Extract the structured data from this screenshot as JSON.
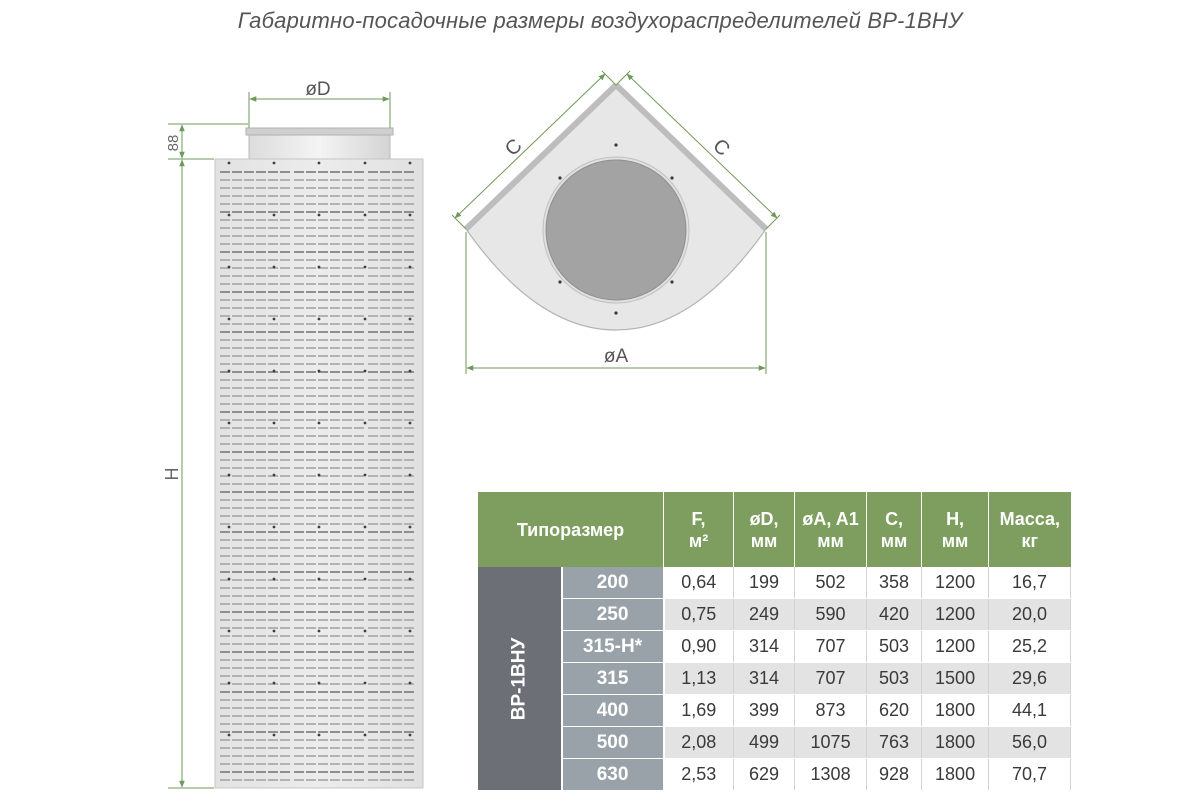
{
  "title": "Габаритно-посадочные размеры воздухораспределителей ВР-1ВНУ",
  "drawing": {
    "dim_d": "øD",
    "dim_88": "88",
    "dim_h": "H",
    "dim_c": "C",
    "dim_a": "øA"
  },
  "colors": {
    "header_green": "#7d9e5e",
    "series_gray": "#6c7076",
    "size_gray": "#9aa2a9",
    "dimension_green": "#6f9a5a",
    "row_stripe": "#e3e3e3"
  },
  "table": {
    "headers": [
      {
        "label": "Типоразмер"
      },
      {
        "line1": "F,",
        "line2": "м²"
      },
      {
        "line1": "øD,",
        "line2": "мм"
      },
      {
        "line1": "øA, A1",
        "line2": "мм"
      },
      {
        "line1": "C,",
        "line2": "мм"
      },
      {
        "line1": "H,",
        "line2": "мм"
      },
      {
        "line1": "Масса,",
        "line2": "кг"
      }
    ],
    "series": "ВР-1ВНУ",
    "rows": [
      {
        "size": "200",
        "f": "0,64",
        "d": "199",
        "a": "502",
        "c": "358",
        "h": "1200",
        "mass": "16,7"
      },
      {
        "size": "250",
        "f": "0,75",
        "d": "249",
        "a": "590",
        "c": "420",
        "h": "1200",
        "mass": "20,0"
      },
      {
        "size": "315-Н*",
        "f": "0,90",
        "d": "314",
        "a": "707",
        "c": "503",
        "h": "1200",
        "mass": "25,2"
      },
      {
        "size": "315",
        "f": "1,13",
        "d": "314",
        "a": "707",
        "c": "503",
        "h": "1500",
        "mass": "29,6"
      },
      {
        "size": "400",
        "f": "1,69",
        "d": "399",
        "a": "873",
        "c": "620",
        "h": "1800",
        "mass": "44,1"
      },
      {
        "size": "500",
        "f": "2,08",
        "d": "499",
        "a": "1075",
        "c": "763",
        "h": "1800",
        "mass": "56,0"
      },
      {
        "size": "630",
        "f": "2,53",
        "d": "629",
        "a": "1308",
        "c": "928",
        "h": "1800",
        "mass": "70,7"
      }
    ]
  }
}
